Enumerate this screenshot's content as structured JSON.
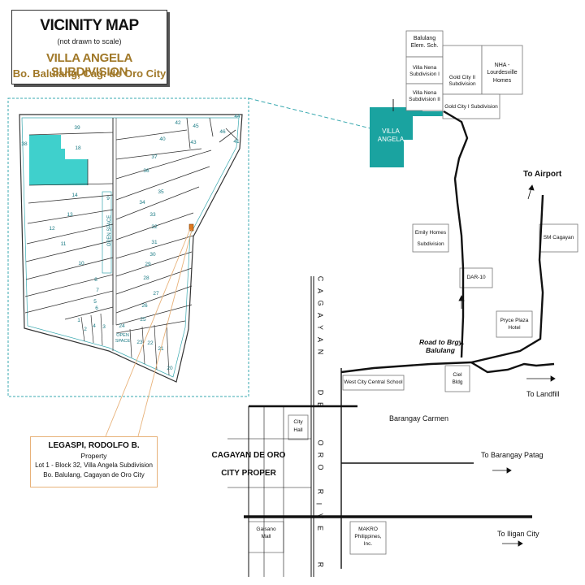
{
  "title": {
    "heading": "VICINITY MAP",
    "scale_note": "(not drawn to scale)",
    "subdivision": "VILLA ANGELA SUBDIVISION",
    "location": "Bo. Balulang, Cag. de Oro City"
  },
  "property": {
    "owner": "LEGASPI, RODOLFO B.",
    "type": "Property",
    "lot": "Lot 1 - Block 32, Villa Angela Subdivision",
    "address": "Bo. Balulang, Cagayan de Oro City"
  },
  "colors": {
    "teal": "#1aa3a0",
    "cyan_lots": "#3fd0cc",
    "label_brown": "#a07828",
    "leader": "#e8b27a"
  },
  "subdivision_plan": {
    "open_space_1": "OPEN SPACE",
    "open_space_2": "OPEN SPACE",
    "lots": [
      "44",
      "42",
      "45",
      "46",
      "43",
      "41",
      "39",
      "40",
      "38",
      "37",
      "36",
      "35",
      "34",
      "33",
      "32",
      "31",
      "30",
      "29",
      "28",
      "27",
      "26",
      "25",
      "24",
      "23",
      "22",
      "21",
      "20",
      "18",
      "14",
      "13",
      "12",
      "11",
      "10",
      "9",
      "8",
      "7",
      "6",
      "5",
      "4",
      "3",
      "2",
      "1"
    ]
  },
  "landmarks": {
    "balulang_school_1": "Balulang",
    "balulang_school_2": "Elem. Sch.",
    "villa_nena_1a": "Villa Nena",
    "villa_nena_1b": "Subdivision I",
    "villa_nena_2a": "Villa Nena",
    "villa_nena_2b": "Subdivision II",
    "gold_city_2a": "Gold City II",
    "gold_city_2b": "Subdivision",
    "nha_1": "NHA -",
    "nha_2": "Lourdesville",
    "nha_3": "Homes",
    "gold_city_1": "Gold City I Subdivision",
    "villa_angela_1": "VILLA",
    "villa_angela_2": "ANGELA",
    "to_airport": "To Airport",
    "sm_cagayan": "SM Cagayan",
    "emily_1": "Emily Homes",
    "emily_2": "Subdivision",
    "dar": "DAR-10",
    "pryce_1": "Pryce Plaza",
    "pryce_2": "Hotel",
    "road_1": "Road to Brgy.",
    "road_2": "Balulang",
    "ciel_1": "Ciel",
    "ciel_2": "Bldg",
    "west_city": "West City Central School",
    "to_landfill": "To Landfill",
    "barangay_carmen": "Barangay Carmen",
    "city_hall_1": "City",
    "city_hall_2": "Hall",
    "cdo_1": "CAGAYAN DE ORO",
    "cdo_2": "CITY PROPER",
    "to_patag": "To Barangay Patag",
    "gaisano_1": "Gaisano",
    "gaisano_2": "Mall",
    "makro_1": "MAKRO",
    "makro_2": "Philippines,",
    "makro_3": "Inc.",
    "to_iligan": "To Iligan City",
    "river_letters": [
      "C",
      "A",
      "G",
      "A",
      "Y",
      "A",
      "N",
      "D",
      "E",
      "O",
      "R",
      "O",
      "R",
      "I",
      "V",
      "E",
      "R"
    ]
  }
}
